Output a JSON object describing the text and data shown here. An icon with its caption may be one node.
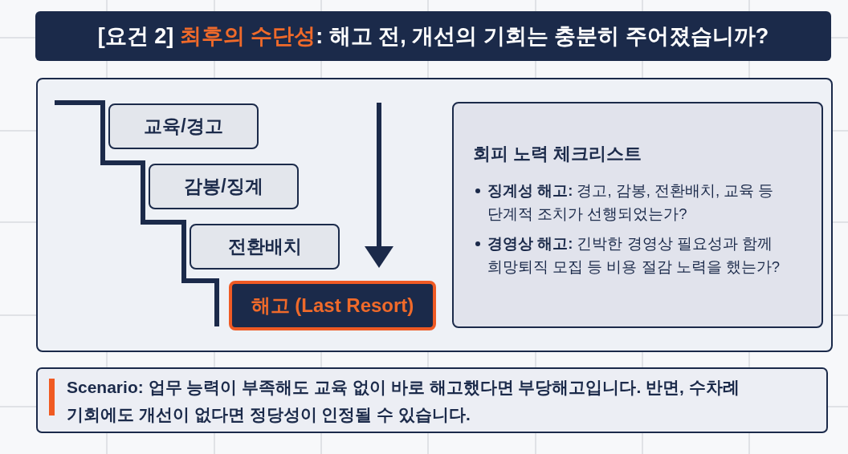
{
  "diagram": {
    "title": "[요건 2] **최후의 수단성**: 해고 전, 개선의 기회는 충분히 주어졌습니까?",
    "nodes": [
      {
        "text": [],
        "shape": "box"
      },
      {
        "text": [
          "교육/경고"
        ],
        "in": 0
      },
      {
        "text": [
          "감봉/징계"
        ],
        "in": 0
      },
      {
        "text": [
          "전환배치"
        ],
        "in": 0
      },
      {
        "text": [
          "해고 (Last Resort)"
        ],
        "in": 0
      },
      {
        "text": [
          "회피 노력 체크리스트",
          "**징계성 해고:** 경고, 감봉, 전환배치, 교육 등 단계적 조치가 선행되었는가?",
          "**경영상 해고:** 긴박한 경영상 필요성과 함께 희망퇴직 모집 등 비용 절감 노력을 했는가?"
        ],
        "in": 0
      },
      {
        "text": [
          "Scenario: 업무 능력이 부족해도 교육 없이 바로 해고했다면 부당해고입니다. 반면, 수차례 기회에도 개선이 없다면 정당성이 인정될 수 있습니다."
        ]
      }
    ]
  }
}
